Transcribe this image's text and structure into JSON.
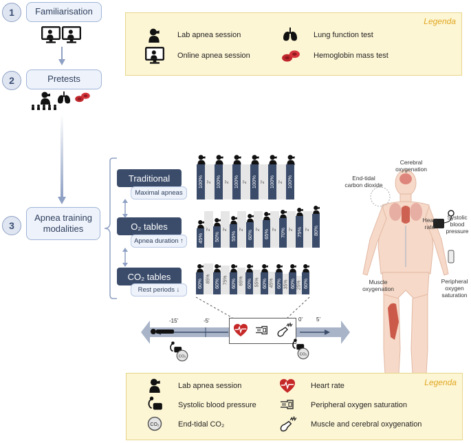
{
  "steps": [
    {
      "num": "1",
      "label": "Familiarisation"
    },
    {
      "num": "2",
      "label": "Pretests"
    },
    {
      "num": "3",
      "label": "Apnea training modalities"
    }
  ],
  "legend_top": {
    "title": "Legenda",
    "items": [
      {
        "icon": "lab-apnea-icon",
        "label": "Lab apnea session"
      },
      {
        "icon": "lung-icon",
        "label": "Lung function test"
      },
      {
        "icon": "online-apnea-icon",
        "label": "Online apnea session"
      },
      {
        "icon": "blood-cells-icon",
        "label": "Hemoglobin mass test"
      }
    ]
  },
  "modalities": [
    {
      "name": "Traditional",
      "sub": "Maximal apneas",
      "bars": [
        "100%",
        "100%",
        "100%",
        "100%",
        "100%",
        "100%"
      ],
      "gaps": [
        "2'",
        "2'",
        "2'",
        "2'",
        "2'"
      ]
    },
    {
      "name": "O₂ tables",
      "sub": "Apnea duration ↑",
      "bars": [
        "45%",
        "50%",
        "55%",
        "60%",
        "65%",
        "70%",
        "75%",
        "80%"
      ],
      "gaps": [
        "2'",
        "2'",
        "2'",
        "2'",
        "2'",
        "2'",
        "2'"
      ]
    },
    {
      "name": "CO₂ tables",
      "sub": "Rest periods ↓",
      "bars": [
        "60%",
        "60%",
        "60%",
        "60%",
        "60%",
        "60%",
        "60%",
        "60%"
      ],
      "gaps": [
        "85%",
        "75%",
        "65%",
        "55%",
        "45%",
        "35%",
        "25%"
      ]
    }
  ],
  "timeline": {
    "labels": [
      "-15'",
      "-5'",
      "0'",
      "5'"
    ]
  },
  "body_labels": {
    "cerebral": "Cerebral oxygenation",
    "etco2": "End-tidal carbon dioxide",
    "heart": "Heart rate",
    "sbp": "Systolic blood pressure",
    "muscle": "Muscle oxygenation",
    "spo2": "Peripheral oxygen saturation"
  },
  "legend_bottom": {
    "title": "Legenda",
    "items": [
      {
        "icon": "lab-apnea-icon",
        "label": "Lab apnea session"
      },
      {
        "icon": "heart-icon",
        "label": "Heart rate"
      },
      {
        "icon": "bp-cuff-icon",
        "label": "Systolic blood pressure"
      },
      {
        "icon": "pulse-oximeter-icon",
        "label": "Peripheral oxygen saturation"
      },
      {
        "icon": "co2-icon",
        "label": "End-tidal CO₂"
      },
      {
        "icon": "nirs-icon",
        "label": "Muscle and cerebral oxygenation"
      }
    ]
  },
  "colors": {
    "navy": "#3b4c6b",
    "legend_bg": "#fdf6d5",
    "legend_title": "#e0a620",
    "heart": "#c62828"
  }
}
